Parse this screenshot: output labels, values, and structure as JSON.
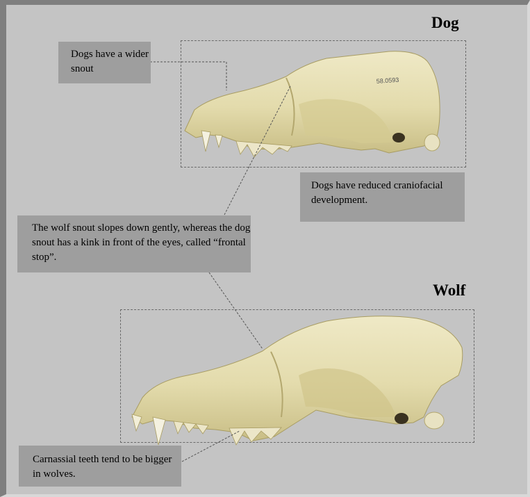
{
  "titles": {
    "dog": "Dog",
    "wolf": "Wolf"
  },
  "callouts": {
    "wider_snout": "Dogs have a wider snout",
    "craniofacial": "Dogs have reduced craniofacial development.",
    "frontal_stop": "The wolf snout slopes down gently, whereas the dog snout has a kink in front of the eyes, called “frontal stop”.",
    "carnassial": "Carnassial teeth tend to be bigger in wolves."
  },
  "specimen_label": "58.0593",
  "colors": {
    "background": "#c4c4c4",
    "callout_fill": "#9e9e9e",
    "bone": "#e6dfb4",
    "bone_shadow": "#b7ad78"
  }
}
